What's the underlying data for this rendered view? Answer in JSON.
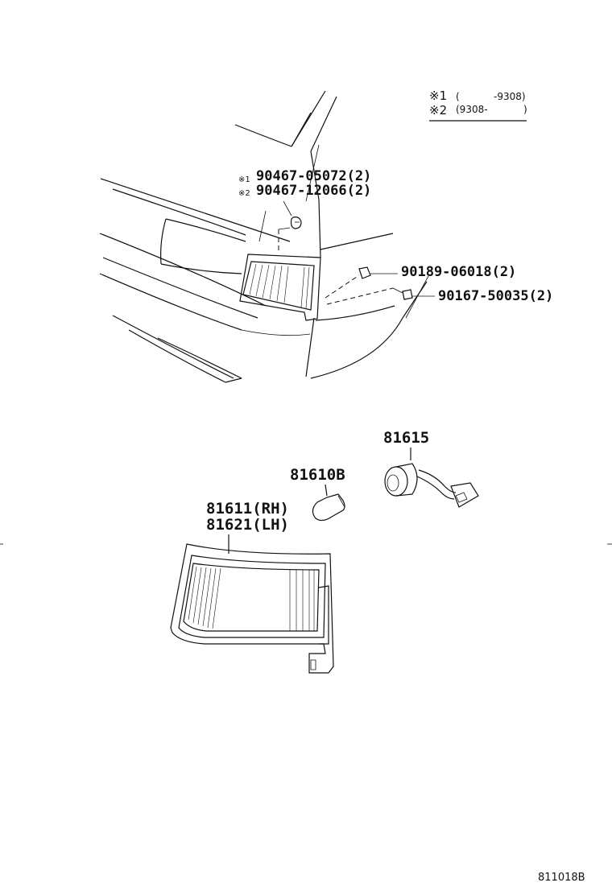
{
  "legend": {
    "mark1": "※1",
    "range1_open": "(",
    "range1_value": "-9308)",
    "mark2": "※2",
    "range2_value": "(9308-",
    "range2_close": ")"
  },
  "callouts": {
    "screw_mark1": "※1",
    "screw_part1": "90467-05072(2)",
    "screw_mark2": "※2",
    "screw_part2": "90467-12066(2)",
    "nut_part": "90189-06018(2)",
    "bolt_part": "90167-50035(2)",
    "socket_part": "81615",
    "bulb_part": "81610B",
    "lens_part_rh": "81611(RH)",
    "lens_part_lh": "81621(LH)"
  },
  "diagram_code": "811018B"
}
